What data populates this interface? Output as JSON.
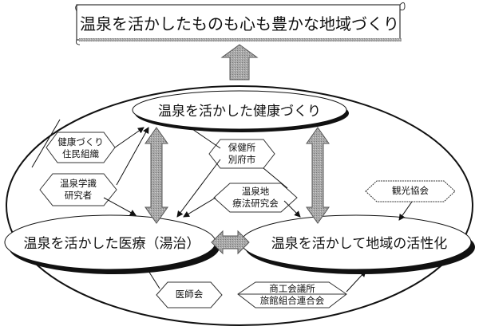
{
  "banner": {
    "title": "温泉を活かしたものも心も豊かな地域づくり"
  },
  "goals": {
    "health": "温泉を活かした健康づくり",
    "medical": "温泉を活かした医療（湯治）",
    "revitalization": "温泉を活かして地域の活性化"
  },
  "actors": {
    "resident_group": [
      "健康づくり",
      "住民組織"
    ],
    "researchers": [
      "温泉学識",
      "研究者"
    ],
    "health_center": [
      "保健所",
      "別府市"
    ],
    "hot_spring_therapy": [
      "温泉地",
      "療法研究会"
    ],
    "tourism": [
      "観光協会"
    ],
    "medical_assoc": [
      "医師会"
    ],
    "commerce": [
      "商工会議所",
      "旅館組合連合会"
    ]
  }
}
